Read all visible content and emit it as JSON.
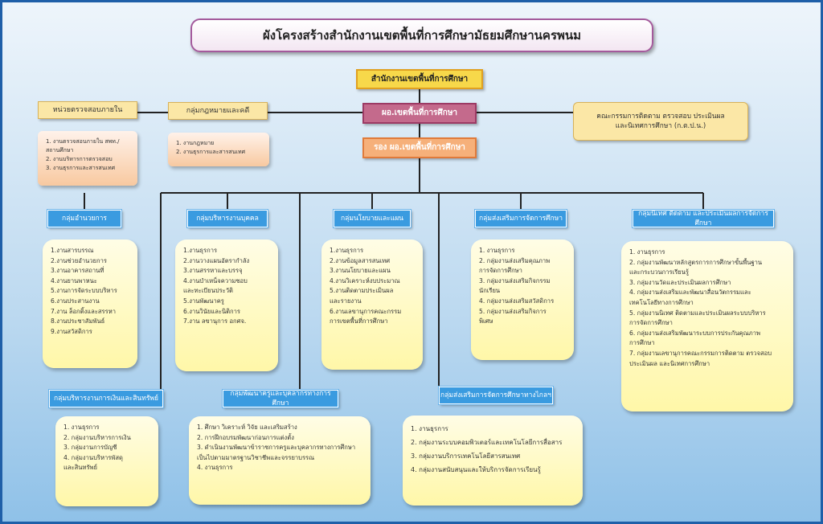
{
  "title": "ผังโครงสร้างสำนักงานเขตพื้นที่การศึกษามัธยมศึกษานครพนม",
  "office": "สำนักงานเขตพื้นที่การศึกษา",
  "director": "ผอ.เขตพื้นที่การศึกษา",
  "deputy": "รอง ผอ.เขตพื้นที่การศึกษา",
  "committee": "คณะกรรมการติดตาม ตรวจสอบ ประเมินผล\nและนิเทศการศึกษา (ก.ต.ป.น.)",
  "audit": {
    "label": "หน่วยตรวจสอบภายใน",
    "items": [
      "1. งานตรวจสอบภายใน สพท./\n    สถานศึกษา",
      "2. งานบริหารการตรวจสอบ",
      "3. งานธุรการและสารสนเทศ"
    ]
  },
  "legal": {
    "label": "กลุ่มกฎหมายและคดี",
    "items": [
      "1. งานกฎหมาย",
      "2. งานธุรการและสารสนเทศ"
    ]
  },
  "groups": [
    {
      "label": "กลุ่มอำนวยการ",
      "items": [
        "1.งานสารบรรณ",
        "2.งานช่วยอำนวยการ",
        "3.งานอาคารสถานที่",
        "4.งานยานพาหนะ",
        "5.งานการจัดระบบบริหาร",
        "6.งานประสานงาน",
        "7.งาน ล็อกติ้งและสรรหา",
        "8.งานประชาสัมพันธ์",
        "9.งานสวัสดิการ"
      ]
    },
    {
      "label": "กลุ่มบริหารงานบุคคล",
      "items": [
        "1.งานธุรการ",
        "2.งานวางแผนอัตรากำลัง",
        "3.งานสรรหาและบรรจุ",
        "4.งานบำเหน็จความชอบ\n   และทะเบียนประวัติ",
        "5.งานพัฒนาครู",
        "6.งานวินัยและนิติการ",
        "7.งาน ลขานุการ อกศจ."
      ]
    },
    {
      "label": "กลุ่มนโยบายและแผน",
      "items": [
        "1.งานธุรการ",
        "2.งานข้อมูลสารสนเทศ",
        "3.งานนโยบายและแผน",
        "4.งานวิเคราะห์งบประมาณ",
        "5.งานติดตามประเมินผล\n   และรายงาน",
        "6.งานเลขานุการคณะกรรม\n   การเขตพื้นที่การศึกษา"
      ]
    },
    {
      "label": "กลุ่มส่งเสริมการจัดการศึกษา",
      "items": [
        "1. งานธุรการ",
        "2. กลุ่มงานส่งเสริมคุณภาพ\n    การจัดการศึกษา",
        "3. กลุ่มงานส่งเสริมกิจกรรม\n    นักเรียน",
        "4. กลุ่มงานส่งเสริมสวัสดิการ",
        "5. กลุ่มงานส่งเสริมกิจการ\n    พิเศษ"
      ]
    },
    {
      "label": "กลุ่มนิเทศ ติดตาม และประเมินผลการจัดการศึกษา",
      "items": [
        "1. งานธุรการ",
        "2. กลุ่มงานพัฒนาหลักสูตรการการศึกษาขั้นพื้นฐาน\n    และกระบวนการเรียนรู้",
        "3. กลุ่มงานวัดและประเมินผลการศึกษา",
        "4. กลุ่มงานส่งเสริมและพัฒนาสื่อนวัตกรรมและ\n    เทคโนโลยีทางการศึกษา",
        "5. กลุ่มงานนิเทศ ติดตามและประเมินผลระบบบริหาร\n    การจัดการศึกษา",
        "6. กลุ่มงานส่งเสริมพัฒนาระบบการประกันคุณภาพ\n    การศึกษา",
        "7. กลุ่มงานเลขานุการคณะกรรมการติดตาม ตรวจสอบ\n    ประเมินผล และนิเทศการศึกษา"
      ]
    },
    {
      "label": "กลุ่มบริหารงานการเงินและสินทรัพย์",
      "items": [
        "1. งานธุรการ",
        "2. กลุ่มงานบริหารการเงิน",
        "3. กลุ่มงานการบัญชี",
        "4. กลุ่มงานบริหารพัสดุ\n    และสินทรัพย์"
      ]
    },
    {
      "label": "กลุ่มพัฒนาครูและบุคลากรทางการศึกษา",
      "items": [
        "1. ศึกษา วิเคราะห์ วิจัย และเสริมสร้าง",
        "2. การฝึกอบรมพัฒนาก่อนการแต่งตั้ง",
        "3. ดำเนินงานพัฒนาข้าราชการครูและบุคลากรทางการศึกษา\n    เป็นไปตามมาตรฐานวิชาชีพและจรรยาบรรณ",
        "4. งานธุรการ"
      ]
    },
    {
      "label": "กลุ่มส่งเสริมการจัดการศึกษาทางไกลฯ",
      "items": [
        "1. งานธุรการ",
        "2. กลุ่มงานระบบคอมพิวเตอร์และเทคโนโลยีการสื่อสาร",
        "3. กลุ่มงานบริการเทคโนโลยีสารสนเทศ",
        "4. กลุ่มงานสนับสนุนและให้บริการจัดการเรียนรู้"
      ]
    }
  ]
}
